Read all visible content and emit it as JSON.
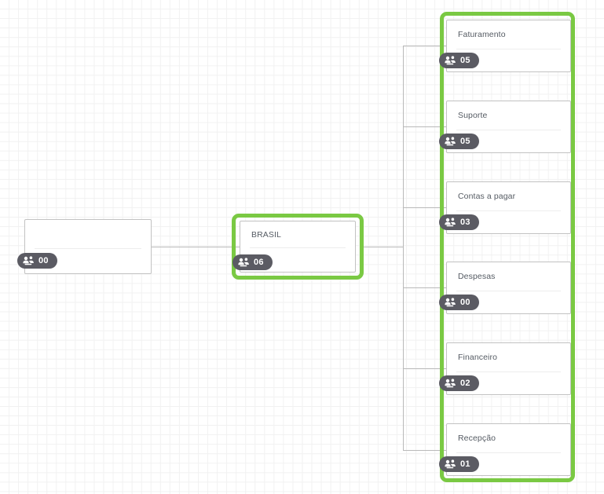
{
  "canvas": {
    "name": "organization-chart-canvas",
    "background": "#ffffff",
    "grid_color": "#f1f1f1"
  },
  "colors": {
    "selection_green": "#7ac943",
    "badge_background": "#5b5b63",
    "badge_text": "#ffffff",
    "node_border": "#c2c2c2",
    "connector": "#b9b9b9",
    "title_text": "#555b63"
  },
  "icons": {
    "people": "people-group-icon"
  },
  "nodes": {
    "root": {
      "title": "",
      "count": "00"
    },
    "brasil": {
      "title": "BRASIL",
      "count": "06",
      "selected": true
    }
  },
  "departments": {
    "selected": true,
    "items": [
      {
        "title": "Faturamento",
        "count": "05"
      },
      {
        "title": "Suporte",
        "count": "05"
      },
      {
        "title": "Contas a pagar",
        "count": "03"
      },
      {
        "title": "Despesas",
        "count": "00"
      },
      {
        "title": "Financeiro",
        "count": "02"
      },
      {
        "title": "Recepção",
        "count": "01"
      }
    ]
  }
}
